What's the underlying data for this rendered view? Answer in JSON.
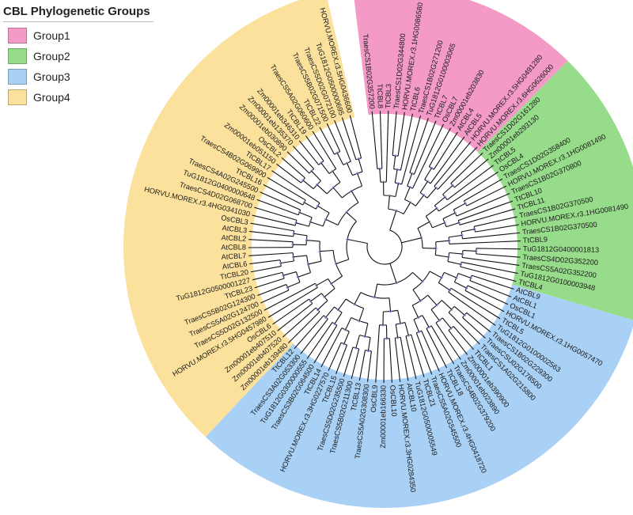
{
  "legend": {
    "title": "CBL Phylogenetic Groups",
    "groups": [
      {
        "label": "Group1",
        "color": "#f39ac7"
      },
      {
        "label": "Group2",
        "color": "#97dc8b"
      },
      {
        "label": "Group3",
        "color": "#a9d0f5"
      },
      {
        "label": "Group4",
        "color": "#fbe19c"
      }
    ]
  },
  "tree": {
    "leaves": [
      {
        "label": "TraesCS1B02G357200",
        "group": 0
      },
      {
        "label": "TtCBL8",
        "group": 0
      },
      {
        "label": "TtCBL3",
        "group": 0
      },
      {
        "label": "TraesCS1D02G344800",
        "group": 0
      },
      {
        "label": "HORVU.MOREX.r3.1HG0086580",
        "group": 0
      },
      {
        "label": "TtCBL6",
        "group": 0
      },
      {
        "label": "TraesCS1B02G271200",
        "group": 0
      },
      {
        "label": "TuG1812G0100003065",
        "group": 0
      },
      {
        "label": "TtCBL7",
        "group": 0
      },
      {
        "label": "OsCBL7",
        "group": 0
      },
      {
        "label": "Zm00001eb203830",
        "group": 0
      },
      {
        "label": "AtCBL4",
        "group": 0
      },
      {
        "label": "AtCBL5",
        "group": 0
      },
      {
        "label": "HORVU.MOREX.r3.5HG0491280",
        "group": 0
      },
      {
        "label": "HORVU.MOREX.r3.6HG0626000",
        "group": 0
      },
      {
        "label": "TraesCS1D02G161280",
        "group": 1
      },
      {
        "label": "Zm00001eb293130",
        "group": 1
      },
      {
        "label": "TtCBL5",
        "group": 1
      },
      {
        "label": "OsCBL4",
        "group": 1
      },
      {
        "label": "TraesCS1D02G358400",
        "group": 1
      },
      {
        "label": "HORVU.MOREX.r3.1HG0081490",
        "group": 1
      },
      {
        "label": "TraesCS1B02G370800",
        "group": 1
      },
      {
        "label": "TtCBL10",
        "group": 1
      },
      {
        "label": "TtCBL11",
        "group": 1
      },
      {
        "label": "TraesCS1B02G370500",
        "group": 1
      },
      {
        "label": "HORVU.MOREX.r3.1HG0081490",
        "group": 1
      },
      {
        "label": "TraesCS1B02G370500",
        "group": 1
      },
      {
        "label": "TtCBL9",
        "group": 1
      },
      {
        "label": "TuG1812G0400001813",
        "group": 1
      },
      {
        "label": "TraesCS4D02G352200",
        "group": 1
      },
      {
        "label": "TraesCS5A02G352200",
        "group": 1
      },
      {
        "label": "TuG1812G0100003948",
        "group": 1
      },
      {
        "label": "TtCBL4",
        "group": 1
      },
      {
        "label": "AtCBL9",
        "group": 2
      },
      {
        "label": "AtCBL1",
        "group": 2
      },
      {
        "label": "OsCBL1",
        "group": 2
      },
      {
        "label": "HORVU.MOREX.r3.1HG0057470",
        "group": 2
      },
      {
        "label": "TtCBL5",
        "group": 2
      },
      {
        "label": "TuG1812G0100002563",
        "group": 2
      },
      {
        "label": "TraesCS1B02G229300",
        "group": 2
      },
      {
        "label": "TraesCSU02G178500",
        "group": 2
      },
      {
        "label": "TraesCS1A02G215800",
        "group": 2
      },
      {
        "label": "TtCBL1",
        "group": 2
      },
      {
        "label": "Zm00001eb390900",
        "group": 2
      },
      {
        "label": "Zm00001eb023890",
        "group": 2
      },
      {
        "label": "TraesCS4B02G379200",
        "group": 2
      },
      {
        "label": "TtCBL18",
        "group": 2
      },
      {
        "label": "HORVU.MOREX.r3.4HG0418720",
        "group": 2
      },
      {
        "label": "TraesCS5A02G545500",
        "group": 2
      },
      {
        "label": "TtCBL21",
        "group": 2
      },
      {
        "label": "TuG1812G0500005549",
        "group": 2
      },
      {
        "label": "AtCBL10",
        "group": 2
      },
      {
        "label": "HORVU.MOREX.r3.3HG0284350",
        "group": 2
      },
      {
        "label": "OsCBL10",
        "group": 2
      },
      {
        "label": "Zm00001eb166330",
        "group": 2
      },
      {
        "label": "OsCBL9",
        "group": 2
      },
      {
        "label": "TraesCS5A02G308300",
        "group": 2
      },
      {
        "label": "TtCBL13",
        "group": 2
      },
      {
        "label": "TraesCS5B02G211300",
        "group": 2
      },
      {
        "label": "TraesCS5D02G235500",
        "group": 2
      },
      {
        "label": "TtCBL15",
        "group": 2
      },
      {
        "label": "HORVU.MOREX.r3.3HG0227570",
        "group": 2
      },
      {
        "label": "TtCBL14",
        "group": 2
      },
      {
        "label": "TraesCS3B02G064500",
        "group": 2
      },
      {
        "label": "TuG1812G0300000555",
        "group": 2
      },
      {
        "label": "TraesCS3A02G053300",
        "group": 2
      },
      {
        "label": "TtCBL12",
        "group": 2
      },
      {
        "label": "Zm00001eb139480",
        "group": 3
      },
      {
        "label": "Zm00001eb407520",
        "group": 3
      },
      {
        "label": "Zm00001eb407510",
        "group": 3
      },
      {
        "label": "OsCBL6",
        "group": 3
      },
      {
        "label": "HORVU.MOREX.r3.5HG0457980",
        "group": 3
      },
      {
        "label": "TraesCS5D02G132500",
        "group": 3
      },
      {
        "label": "TraesCS5A02G124700",
        "group": 3
      },
      {
        "label": "TraesCS5B02G124300",
        "group": 3
      },
      {
        "label": "TtCBL23",
        "group": 3
      },
      {
        "label": "TuG1812G0500001227",
        "group": 3
      },
      {
        "label": "TtCBL20",
        "group": 3
      },
      {
        "label": "AtCBL6",
        "group": 3
      },
      {
        "label": "AtCBL7",
        "group": 3
      },
      {
        "label": "AtCBL8",
        "group": 3
      },
      {
        "label": "AtCBL2",
        "group": 3
      },
      {
        "label": "AtCBL3",
        "group": 3
      },
      {
        "label": "OsCBL3",
        "group": 3
      },
      {
        "label": "HORVU.MOREX.r3.4HG0341030",
        "group": 3
      },
      {
        "label": "TraesCS4D02G068700",
        "group": 3
      },
      {
        "label": "TuG1812G0400000648",
        "group": 3
      },
      {
        "label": "TraesCS4A02G245500",
        "group": 3
      },
      {
        "label": "TtCBL16",
        "group": 3
      },
      {
        "label": "TraesCS4B02G069900",
        "group": 3
      },
      {
        "label": "TtCBL17",
        "group": 3
      },
      {
        "label": "Zm00001eb051150",
        "group": 3
      },
      {
        "label": "OsCBL2",
        "group": 3
      },
      {
        "label": "Zm00001eb030890",
        "group": 3
      },
      {
        "label": "Zm00001eb135370",
        "group": 3
      },
      {
        "label": "Zm00001eb346310",
        "group": 3
      },
      {
        "label": "TtCBL19",
        "group": 3
      },
      {
        "label": "TraesCS5A02G060600",
        "group": 3
      },
      {
        "label": "TtCBL22",
        "group": 3
      },
      {
        "label": "TraesCS5B02G071500",
        "group": 3
      },
      {
        "label": "TraesCS5D02G072100",
        "group": 3
      },
      {
        "label": "TuG1812G0500000695",
        "group": 3
      },
      {
        "label": "HORVU.MOREX.r3.5HG0436600",
        "group": 3
      }
    ]
  }
}
